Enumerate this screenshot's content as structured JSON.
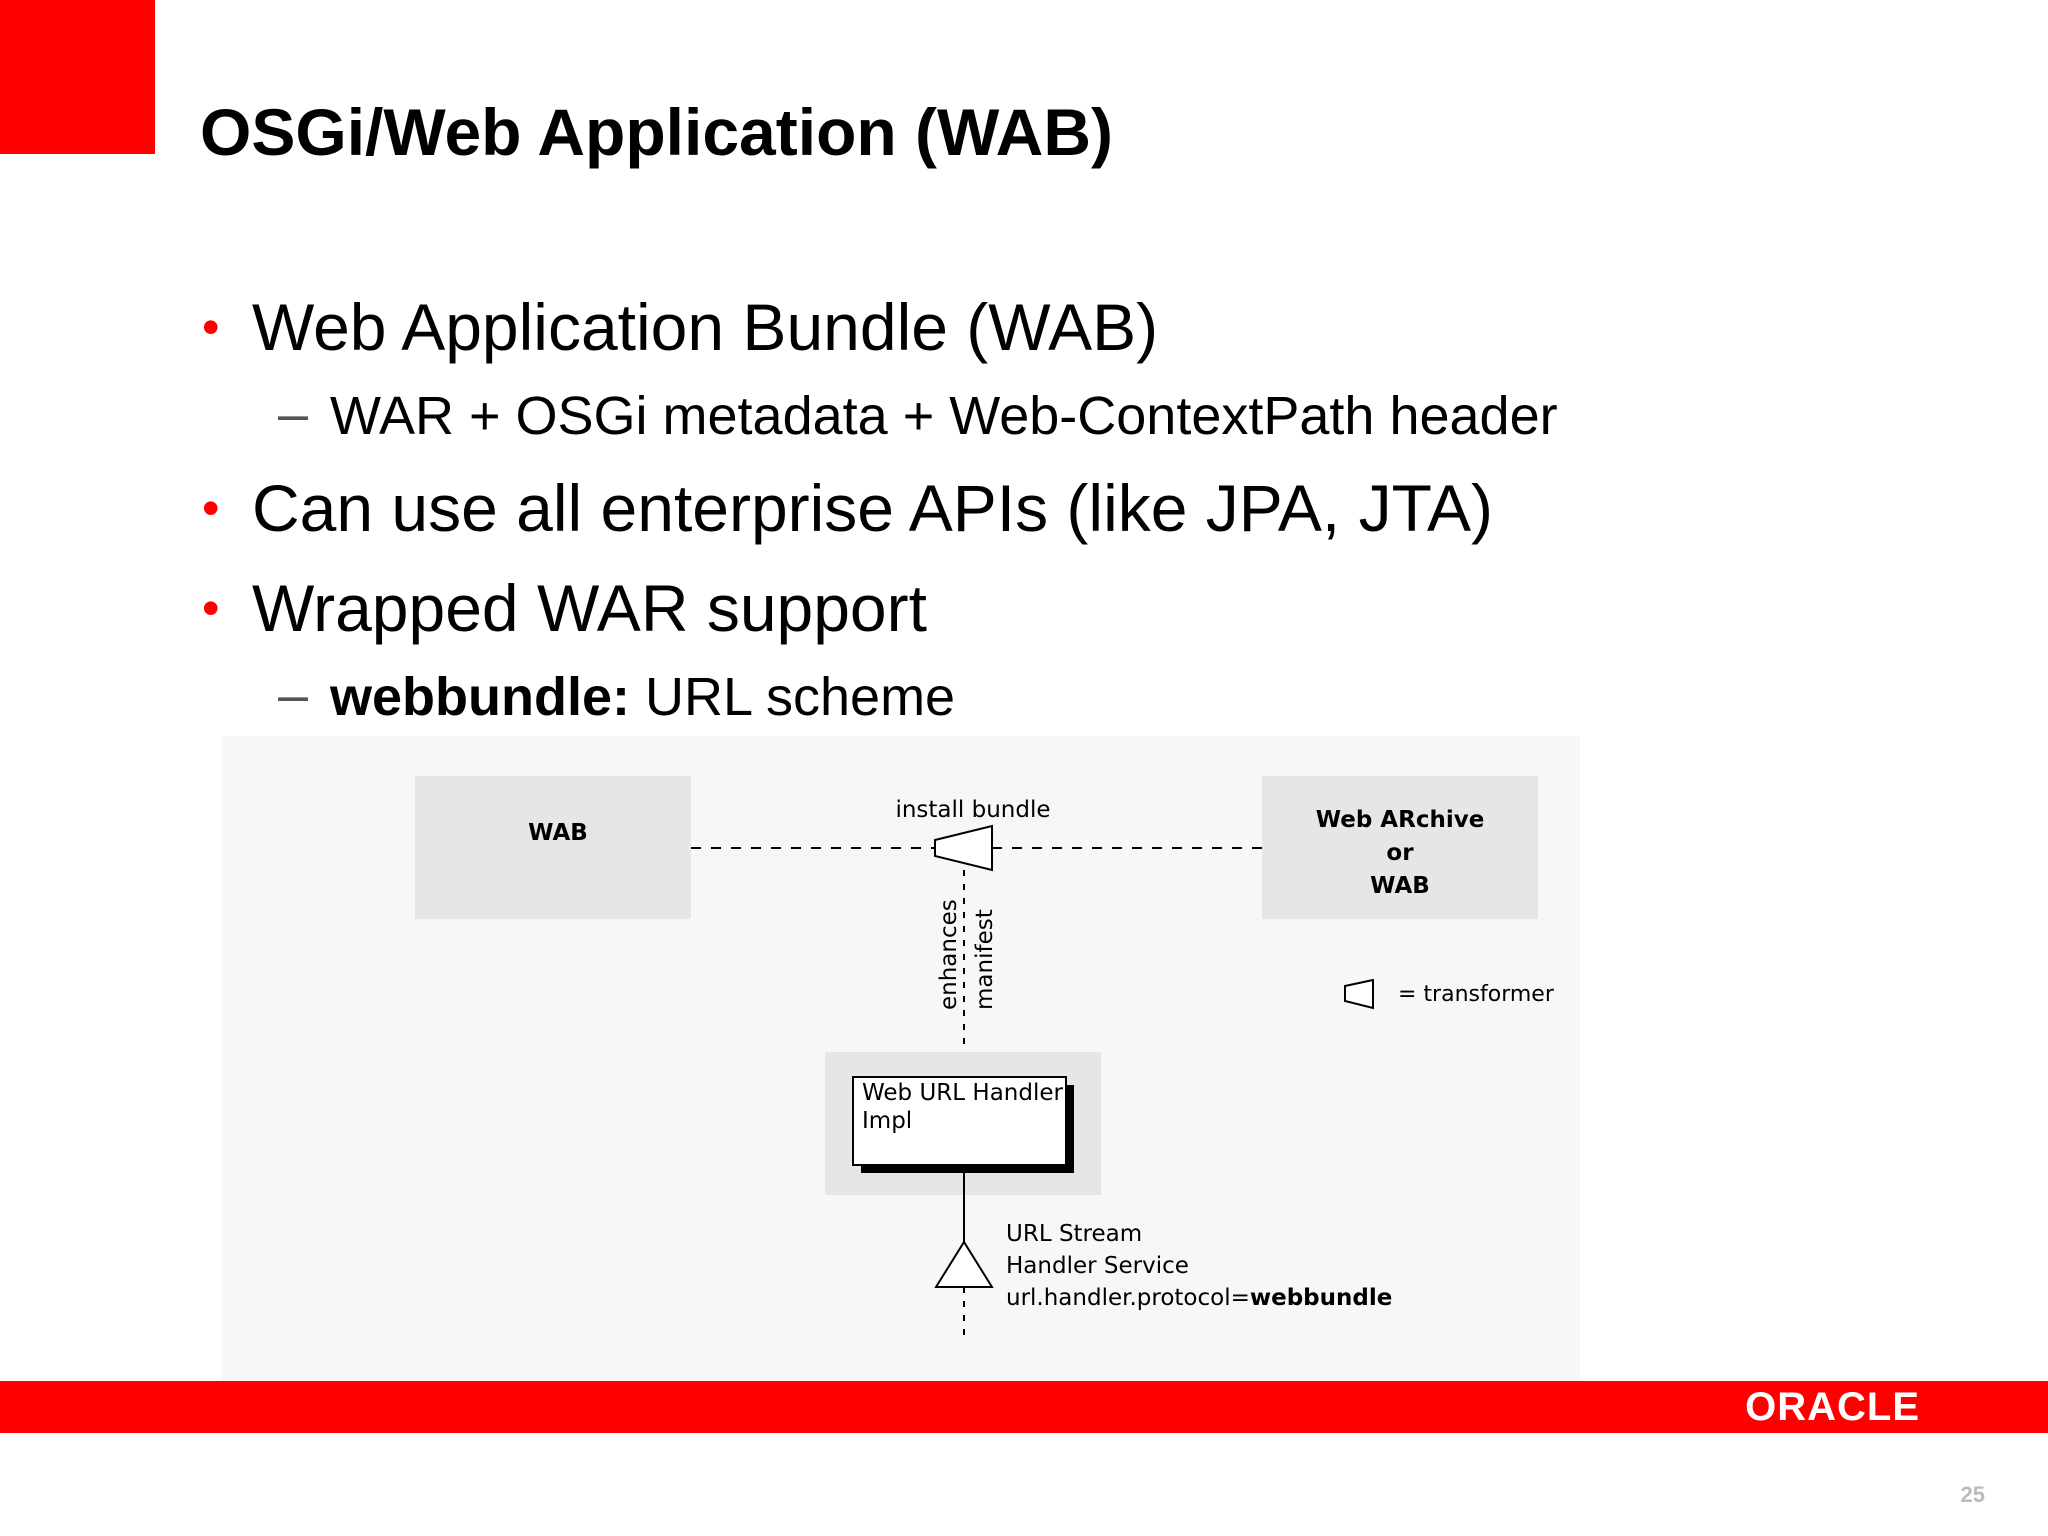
{
  "slide": {
    "title": "OSGi/Web Application (WAB)",
    "bullets": {
      "b1": "Web Application Bundle (WAB)",
      "s1": "WAR + OSGi metadata + Web-ContextPath header",
      "b2": "Can use all enterprise APIs (like JPA, JTA)",
      "b3": "Wrapped WAR support",
      "s2_bold": "webbundle:",
      "s2_rest": " URL scheme"
    },
    "bullet_glyph": "•",
    "dash_glyph": "–"
  },
  "diagram": {
    "wab_box": "WAB",
    "war_box_line1": "Web ARchive",
    "war_box_line2": "or",
    "war_box_line3": "WAB",
    "install_label": "install bundle",
    "enhances_label": "enhances",
    "manifest_label": "manifest",
    "legend_label": "= transformer",
    "handler_line1": "Web URL Handler",
    "handler_line2": "Impl",
    "service_line1": "URL Stream",
    "service_line2": "Handler Service",
    "service_line3_prefix": "url.handler.protocol=",
    "service_line3_bold": "webbundle"
  },
  "footer": {
    "brand": "ORACLE",
    "page_number": "25"
  },
  "colors": {
    "accent": "#ff0000",
    "box_fill": "#e6e6e6",
    "page_number": "#bbbbbb"
  }
}
